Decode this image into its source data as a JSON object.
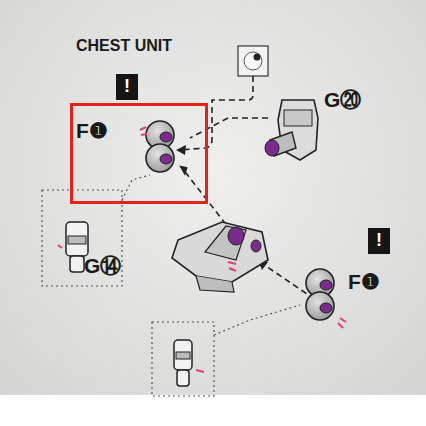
{
  "diagram": {
    "title": "CHEST UNIT",
    "nodes": [
      {
        "text": [
          "F❶"
        ]
      }
    ],
    "labels": [
      "!",
      "G⑳",
      "G⑭",
      "!",
      "F❶"
    ]
  }
}
